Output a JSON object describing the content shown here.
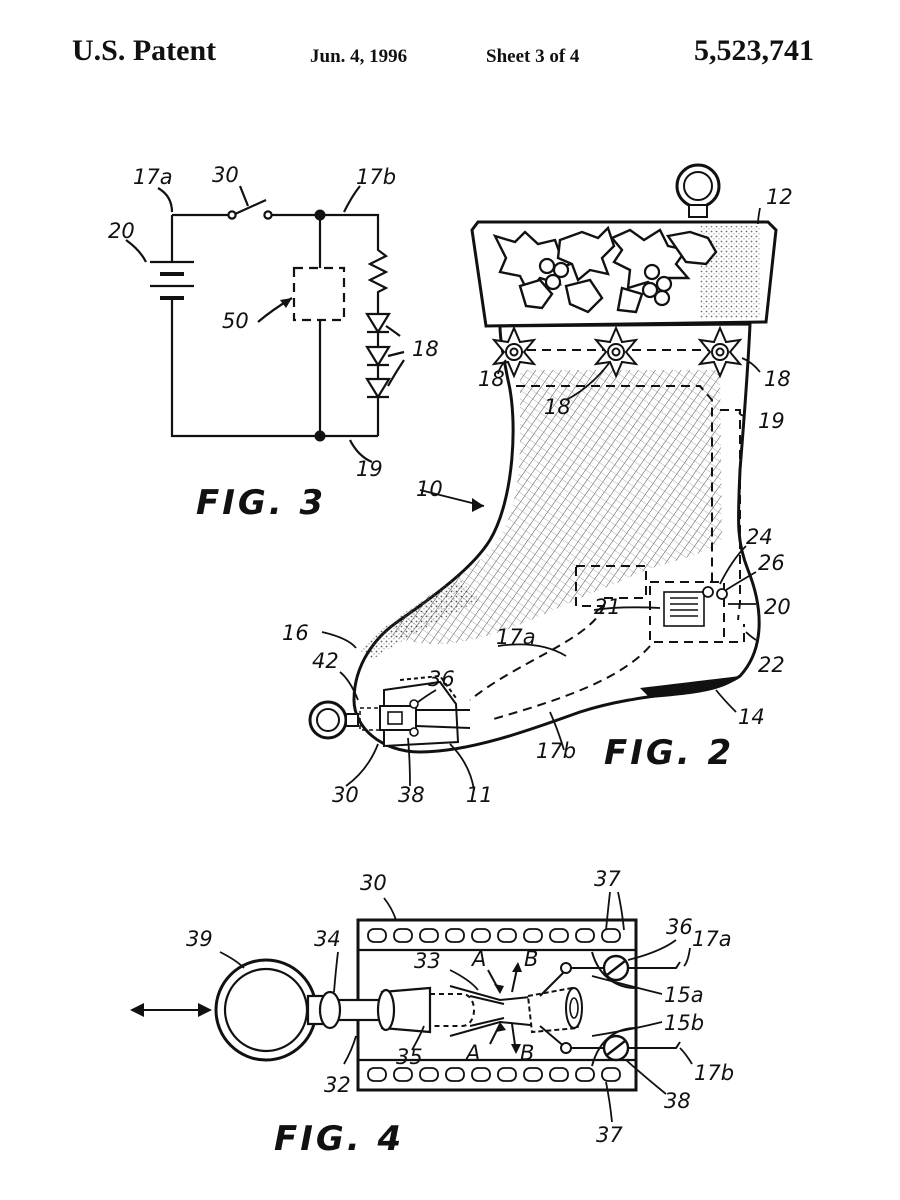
{
  "header": {
    "publisher": "U.S. Patent",
    "date": "Jun. 4, 1996",
    "sheet": "Sheet 3 of 4",
    "patent_number": "5,523,741"
  },
  "fig3": {
    "caption": "FIG. 3",
    "labels": {
      "wire_a": "17a",
      "switch": "30",
      "wire_b": "17b",
      "battery": "20",
      "circuit": "50",
      "leds": "18",
      "return_wire": "19"
    }
  },
  "fig2": {
    "caption": "FIG. 2",
    "labels": {
      "stocking": "10",
      "cuff": "12",
      "light_left": "18",
      "light_right": "18",
      "light_mid": "18",
      "wire_19": "19",
      "wire_24": "24",
      "screw_26": "26",
      "terminal_21": "21",
      "battery_20": "20",
      "wire_22": "22",
      "toe": "16",
      "heel": "14",
      "wire_17a": "17a",
      "wire_17b": "17b",
      "ring_42": "42",
      "screw_36": "36",
      "switch_30": "30",
      "screw_38": "38",
      "sleeve_11": "11"
    }
  },
  "fig4": {
    "caption": "FIG. 4",
    "labels": {
      "housing": "30",
      "strip_top": "37",
      "ring": "39",
      "rod": "34",
      "contact": "33",
      "arrow_a_top": "A",
      "arrow_b_top": "B",
      "screw_36": "36",
      "wire_17a": "17a",
      "contact_15a": "15a",
      "contact_15b": "15b",
      "arrow_a_bottom": "A",
      "arrow_b_bottom": "B",
      "plunger": "35",
      "collar": "32",
      "wire_17b": "17b",
      "screw_38": "38",
      "strip_bottom": "37"
    }
  }
}
